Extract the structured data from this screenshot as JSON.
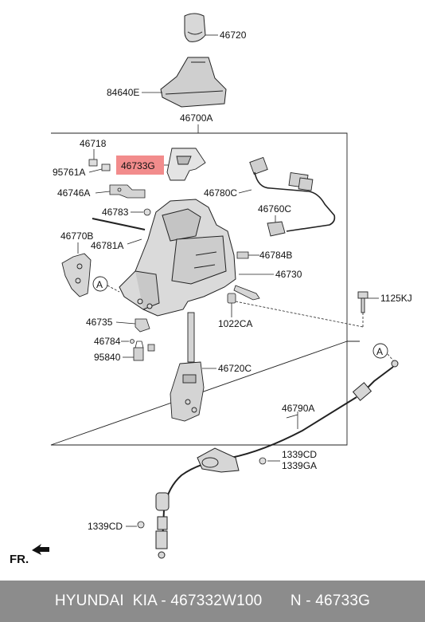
{
  "labels": {
    "l46720": "46720",
    "l84640E": "84640E",
    "l46700A": "46700A",
    "l46718": "46718",
    "l95761A": "95761A",
    "l46733G": "46733G",
    "l46746A": "46746A",
    "l46780C": "46780C",
    "l46783": "46783",
    "l46770B": "46770B",
    "l46781A": "46781A",
    "l46760C": "46760C",
    "l46784B": "46784B",
    "l46730": "46730",
    "l1125KJ": "1125KJ",
    "l46735": "46735",
    "l1022CA": "1022CA",
    "l46784": "46784",
    "l95840": "95840",
    "l46720C": "46720C",
    "l46790A": "46790A",
    "l1339CD_a": "1339CD",
    "l1339GA": "1339GA",
    "l1339CD_b": "1339CD",
    "callout_A1": "A",
    "callout_A2": "A",
    "fr": "FR."
  },
  "highlight_color": "#f28c8c",
  "footer": {
    "brand": "HYUNDAI  KIA - 467332W100",
    "number": "N - 46733G"
  }
}
